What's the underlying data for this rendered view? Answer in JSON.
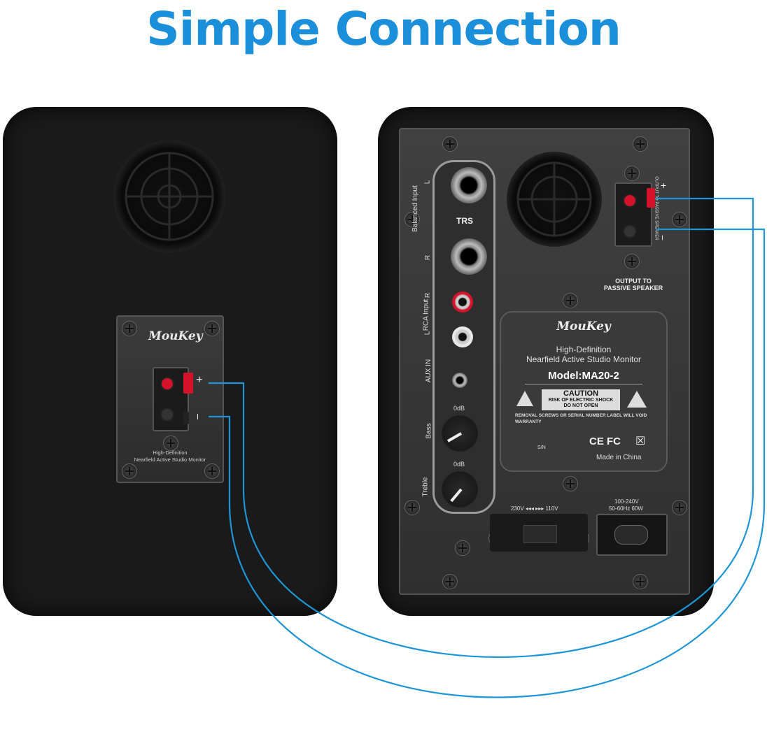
{
  "title": "Simple Connection",
  "colors": {
    "title": "#1c8fdb",
    "wire": "#1e95d6",
    "speaker_body": "#1a1a1a",
    "panel": "#333333",
    "accent_red": "#d4122a"
  },
  "left_panel": {
    "brand": "MouKey",
    "plus": "+",
    "minus": "–",
    "line1": "High-Definition",
    "line2": "Nearfield Active Studio Monitor"
  },
  "right_panel": {
    "balanced_input": "Balanced Input",
    "l": "L",
    "r": "R",
    "trs": "TRS",
    "rca_input": "RCA Input",
    "aux_in": "AUX IN",
    "bass": "Bass",
    "treble": "Treble",
    "zero_db": "0dB",
    "output_line1": "OUTPUT TO",
    "output_line2": "PASSIVE SPEAKER",
    "output_side": "OUTPUT TO PASSIVE SPEAKER",
    "plus": "+",
    "minus": "–",
    "voltage_switch": "230V ◂◂◂      ▸▸▸ 110V",
    "power_rating_1": "100-240V",
    "power_rating_2": "50-60Hz  60W"
  },
  "label_plate": {
    "brand": "MouKey",
    "line1": "High-Definition",
    "line2": "Nearfield Active Studio Monitor",
    "model": "Model:MA20-2",
    "caution": "CAUTION",
    "risk1": "RISK OF ELECTRIC SHOCK",
    "risk2": "DO NOT OPEN",
    "removal1": "REMOVAL SCREWS OR SERIAL NUMBER LABEL WILL VOID",
    "removal2": "WARRANTY",
    "sn": "S/N",
    "certs": "CE FC",
    "made_in": "Made in China"
  }
}
